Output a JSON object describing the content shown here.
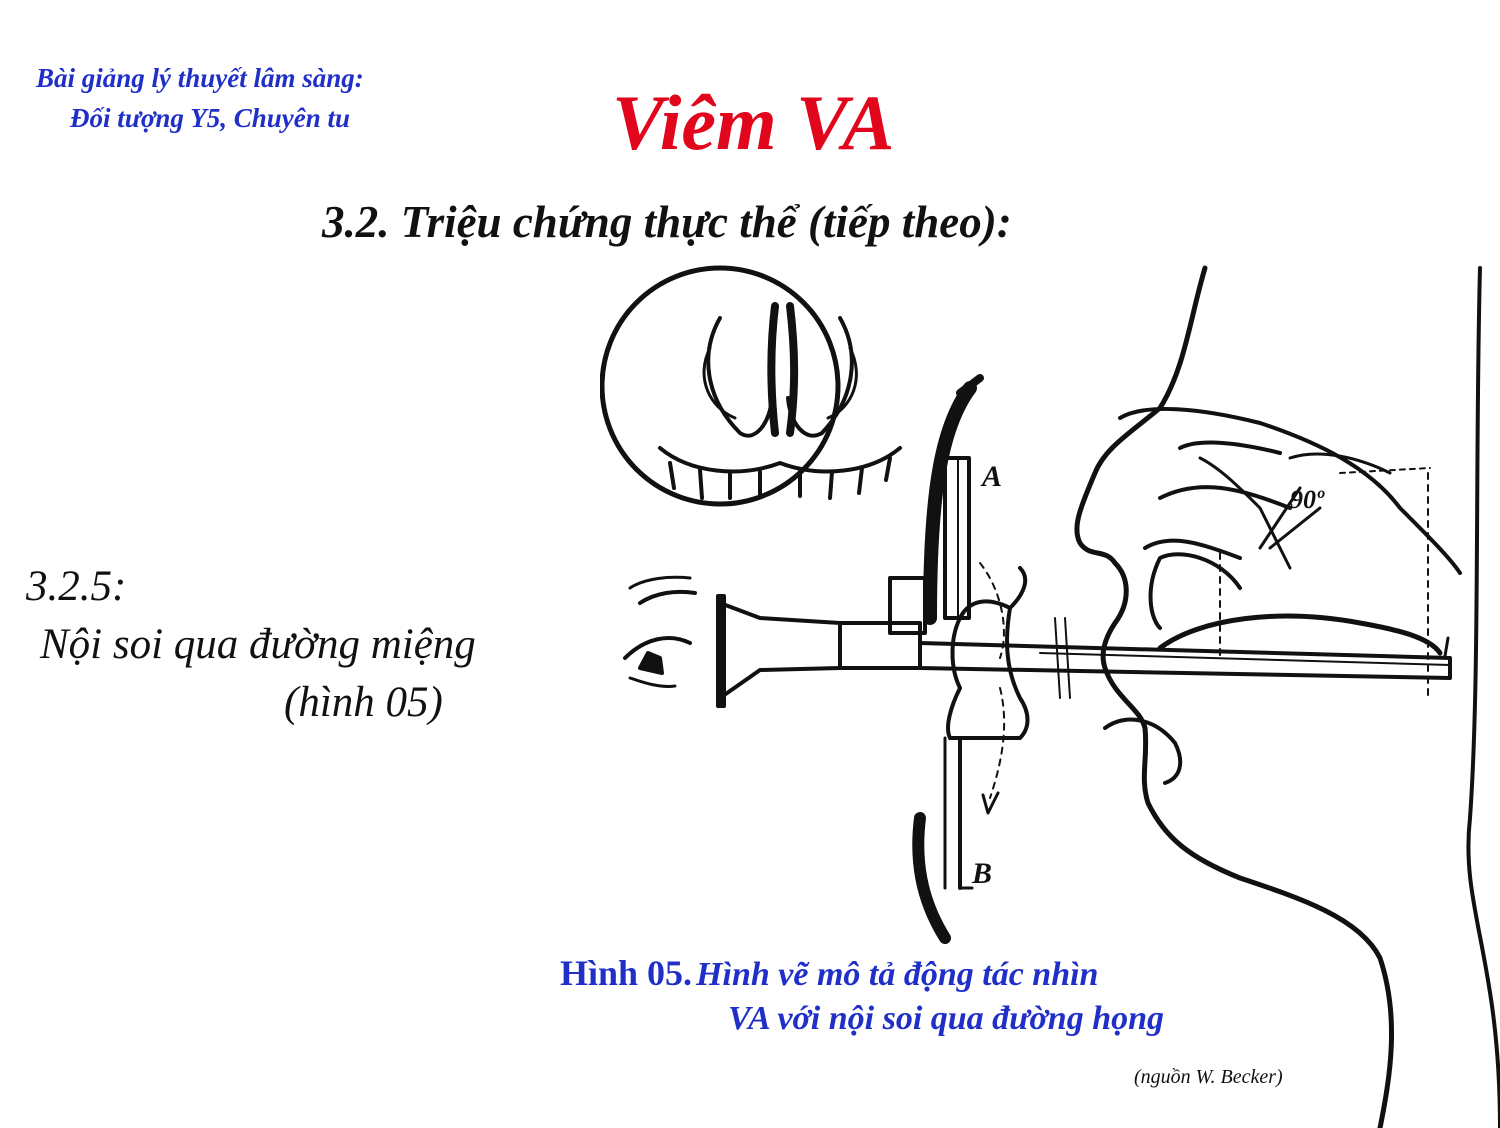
{
  "course": {
    "line1": "Bài giảng lý thuyết lâm sàng:",
    "line2": "Đối tượng Y5, Chuyên tu"
  },
  "title": "Viêm VA",
  "heading": "3.2. Triệu chứng thực thể  (tiếp theo):",
  "section": {
    "number": "3.2.5:",
    "line1": "Nội soi qua đường miệng",
    "line2": "(hình 05)"
  },
  "figure": {
    "label_a": "A",
    "label_b": "B",
    "angle": "90º"
  },
  "caption": {
    "label": "Hình 05.",
    "text_line1": "Hình vẽ mô tả động tác nhìn",
    "text_line2": "VA với nội soi qua đường họng",
    "source": "(nguồn W. Becker)"
  }
}
